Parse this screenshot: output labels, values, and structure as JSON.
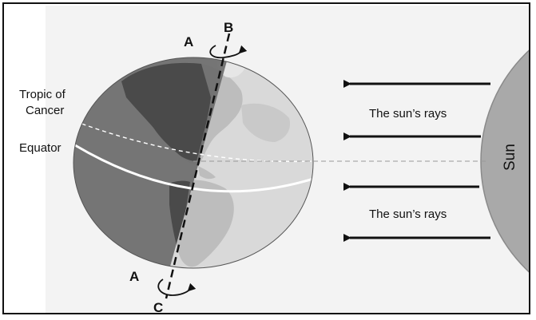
{
  "labels": {
    "tropic_line1": "Tropic of",
    "tropic_line2": "Cancer",
    "equator": "Equator",
    "axis_top_a": "A",
    "axis_top_b": "B",
    "axis_bottom_a": "A",
    "axis_bottom_c": "C",
    "rays_upper": "The sun’s rays",
    "rays_lower": "The sun’s rays",
    "sun": "Sun"
  },
  "colors": {
    "background": "#f3f3f3",
    "night_side": "#6d6d6d",
    "day_side": "#d9d9d9",
    "land_dark": "#4a4a4a",
    "land_light": "#bdbdbd",
    "sun": "#a9a9a9",
    "ink": "#111111"
  }
}
